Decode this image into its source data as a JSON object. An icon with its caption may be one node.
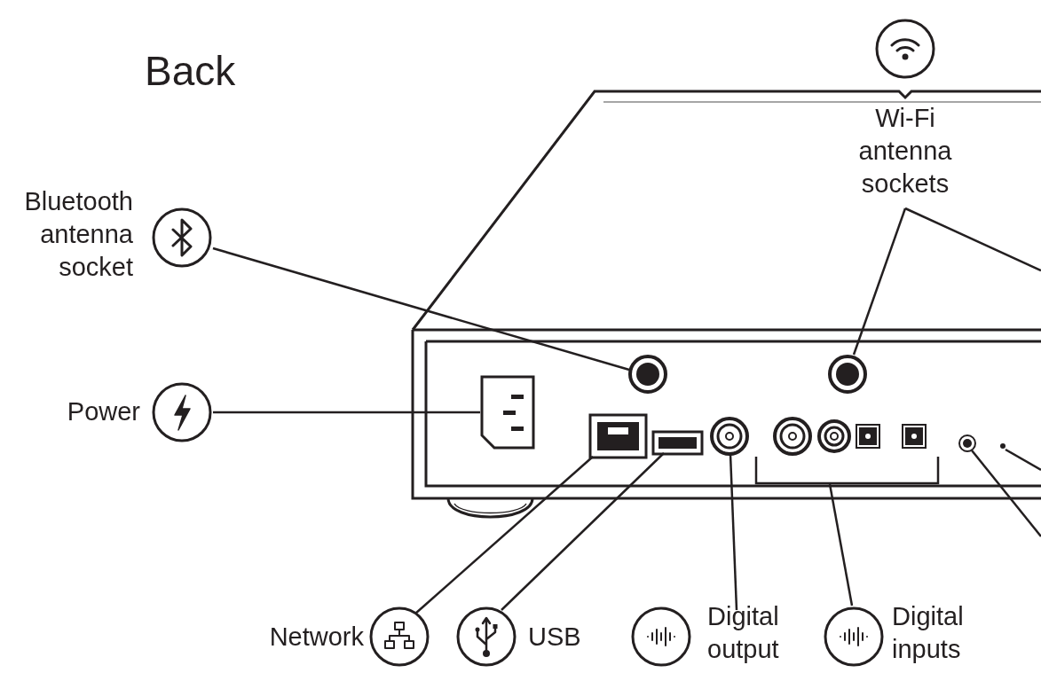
{
  "diagram": {
    "title": "Back",
    "nodes": [
      {
        "text": [
          "Wi-Fi antenna sockets"
        ]
      },
      {
        "text": [
          "Bluetooth antenna socket"
        ]
      },
      {
        "text": [
          "Power"
        ]
      },
      {
        "text": [
          "Network"
        ]
      },
      {
        "text": [
          "USB"
        ]
      },
      {
        "text": [
          "Digital output"
        ]
      },
      {
        "text": [
          "Digital inputs"
        ]
      },
      {
        "text": [],
        "shape": "circle"
      },
      {
        "text": [],
        "shape": "circle"
      },
      {
        "text": [],
        "shape": "box"
      },
      {
        "text": [],
        "shape": "box"
      },
      {
        "text": [],
        "shape": "box"
      },
      {
        "text": [],
        "shape": "circle"
      },
      {
        "text": [],
        "shape": "bracket"
      },
      {
        "text": [],
        "shape": "circle"
      },
      {
        "text": [],
        "shape": "circle"
      }
    ],
    "edges": [
      {
        "from": 0,
        "to": 8,
        "arrow": "none"
      },
      {
        "from": 0,
        "to": null,
        "arrow": "none"
      },
      {
        "from": 1,
        "to": 7,
        "arrow": "none"
      },
      {
        "from": 2,
        "to": 9,
        "arrow": "none"
      },
      {
        "from": 3,
        "to": 10,
        "arrow": "none"
      },
      {
        "from": 4,
        "to": 11,
        "arrow": "none"
      },
      {
        "from": 5,
        "to": 12,
        "arrow": "none"
      },
      {
        "from": 6,
        "to": 13,
        "arrow": "none"
      },
      {
        "from": null,
        "to": 14,
        "arrow": "none"
      },
      {
        "from": null,
        "to": 15,
        "arrow": "none"
      }
    ]
  }
}
